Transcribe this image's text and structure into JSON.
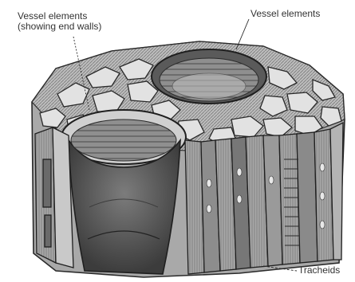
{
  "labels": {
    "vessel_elements_left_line1": "Vessel elements",
    "vessel_elements_left_line2": "(showing end walls)",
    "vessel_elements_right": "Vessel elements",
    "tracheids": "Tracheids"
  },
  "colors": {
    "ink": "#2a2a2a",
    "wall_light": "#d9d9d9",
    "wall_mid": "#9a9a9a",
    "wall_dark": "#5a5a5a",
    "lumen_dark": "#3a3a3a"
  }
}
